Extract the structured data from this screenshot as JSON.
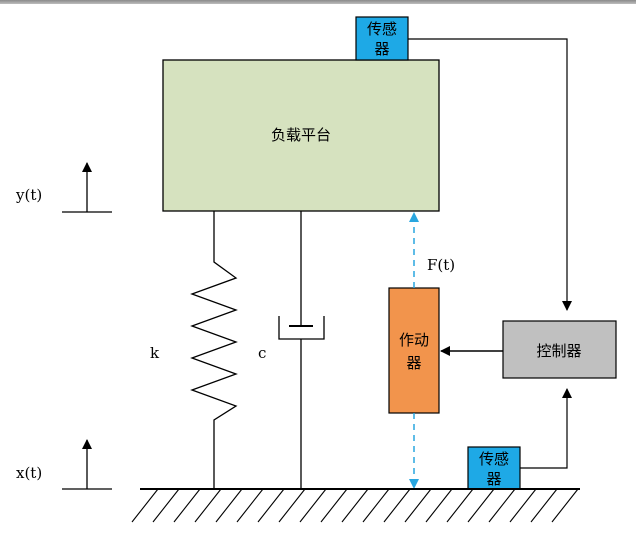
{
  "colors": {
    "platform_fill": "#d6e2bf",
    "sensor_fill": "#1ea9e6",
    "actuator_fill": "#f2944c",
    "controller_fill": "#c0c0c0",
    "dashed_arrow": "#29a6df",
    "line": "#000000"
  },
  "platform": {
    "label": "负载平台"
  },
  "sensor_top": {
    "line1": "传感",
    "line2": "器"
  },
  "sensor_bottom": {
    "line1": "传感",
    "line2": "器"
  },
  "actuator": {
    "line1": "作动",
    "line2": "器"
  },
  "controller": {
    "label": "控制器"
  },
  "labels": {
    "y": "y(t)",
    "x": "x(t)",
    "force": "F(t)",
    "spring": "k",
    "damper": "c"
  }
}
